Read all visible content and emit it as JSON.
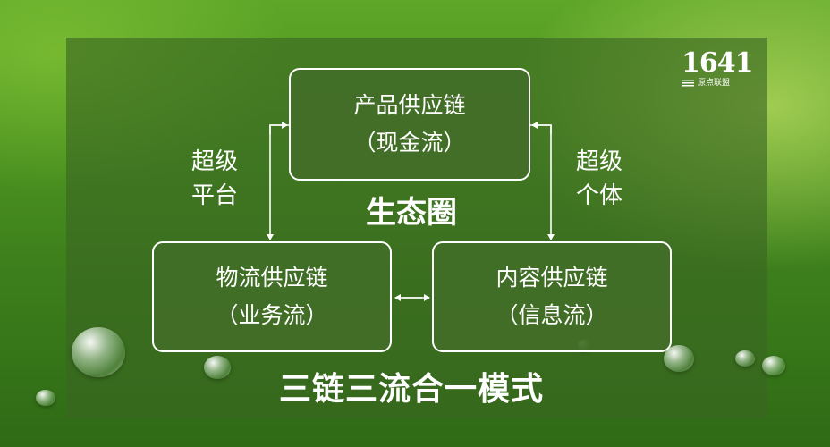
{
  "logo": {
    "number": "1641",
    "subtitle": "原点联盟"
  },
  "nodes": {
    "top": {
      "title": "产品供应链",
      "subtitle": "（现金流）"
    },
    "left": {
      "title": "物流供应链",
      "subtitle": "（业务流）"
    },
    "right": {
      "title": "内容供应链",
      "subtitle": "（信息流）"
    }
  },
  "side_labels": {
    "left": {
      "line1": "超级",
      "line2": "平台"
    },
    "right": {
      "line1": "超级",
      "line2": "个体"
    }
  },
  "center_label": "生态圈",
  "bottom_title": "三链三流合一模式",
  "colors": {
    "box_fill": "#426e28",
    "border": "#ffffff",
    "text": "#ffffff"
  }
}
